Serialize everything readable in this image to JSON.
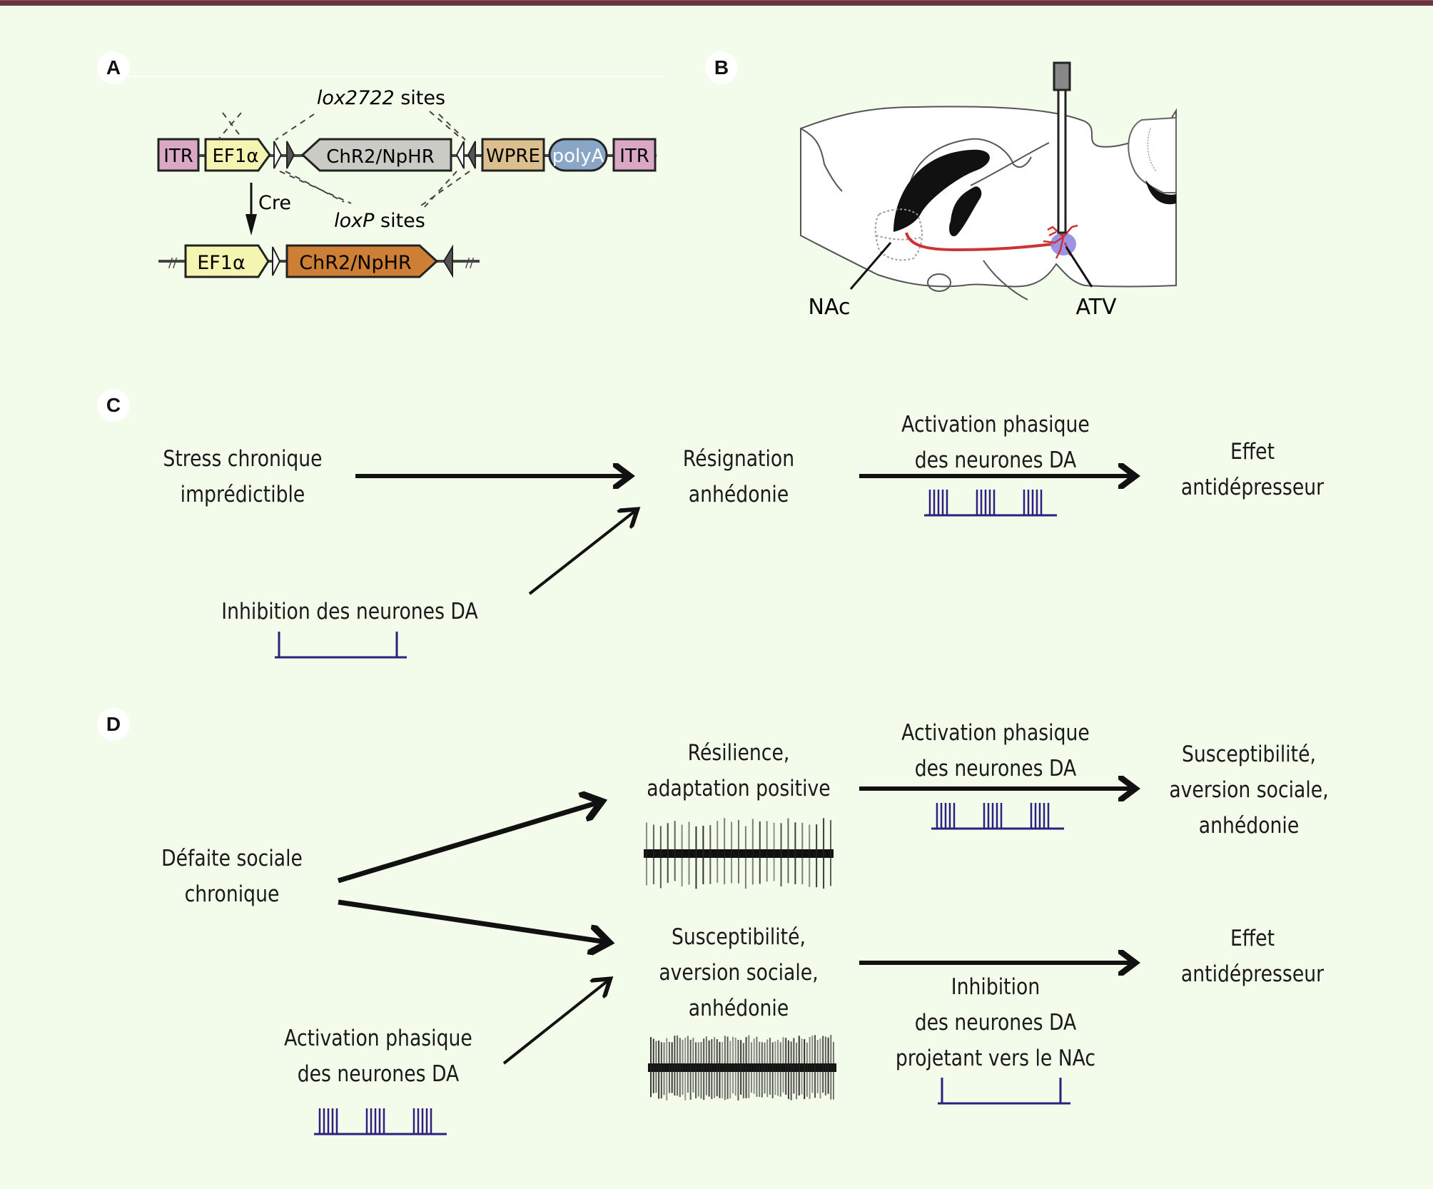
{
  "panels": {
    "a": {
      "label": "A",
      "top_construct": {
        "elements": [
          "ITR",
          "EF1α",
          "ChR2/NpHR",
          "WPRE",
          "polyA",
          "ITR"
        ],
        "lox2722_label_italic": "lox2722",
        "lox2722_label_rest": " sites",
        "loxp_label_italic": "loxP",
        "loxp_label_rest": " sites",
        "cre_label": "Cre"
      },
      "bottom_construct": {
        "elements": [
          "EF1α",
          "ChR2/NpHR"
        ]
      },
      "colors": {
        "itr": "#d9a8c4",
        "ef1a": "#f4f5b0",
        "chr2_inverted": "#cbcbc6",
        "chr2_active": "#cc7f35",
        "wpre": "#dcbf8e",
        "polya": "#89a6c6"
      }
    },
    "b": {
      "label": "B",
      "nac_label": "NAc",
      "atv_label": "ATV",
      "colors": {
        "projection": "#cc3333",
        "vta_region": "#8a80e0",
        "fiber": "#888888"
      }
    },
    "c": {
      "label": "C",
      "source": [
        "Stress chronique",
        "imprédictible"
      ],
      "intervention": "Inhibition des neurones DA",
      "outcome": [
        "Résignation",
        "anhédonie"
      ],
      "treatment": [
        "Activation phasique",
        "des neurones DA"
      ],
      "result": [
        "Effet",
        "antidépresseur"
      ]
    },
    "d": {
      "label": "D",
      "source": [
        "Défaite sociale",
        "chronique"
      ],
      "resilient": [
        "Résilience,",
        "adaptation positive"
      ],
      "resilient_treatment": [
        "Activation phasique",
        "des neurones DA"
      ],
      "resilient_result": [
        "Susceptibilité,",
        "aversion sociale,",
        "anhédonie"
      ],
      "susceptible": [
        "Susceptibilité,",
        "aversion sociale,",
        "anhédonie"
      ],
      "susceptible_treatment": [
        "Inhibition",
        "des neurones DA",
        "projetant vers le NAc"
      ],
      "susceptible_result": [
        "Effet",
        "antidépresseur"
      ],
      "intervention": [
        "Activation phasique",
        "des neurones DA"
      ]
    }
  },
  "colors": {
    "background": "#f3fbea",
    "top_bar": "#6b3340",
    "stim_trace": "#2b2080",
    "arrow": "#111111"
  }
}
